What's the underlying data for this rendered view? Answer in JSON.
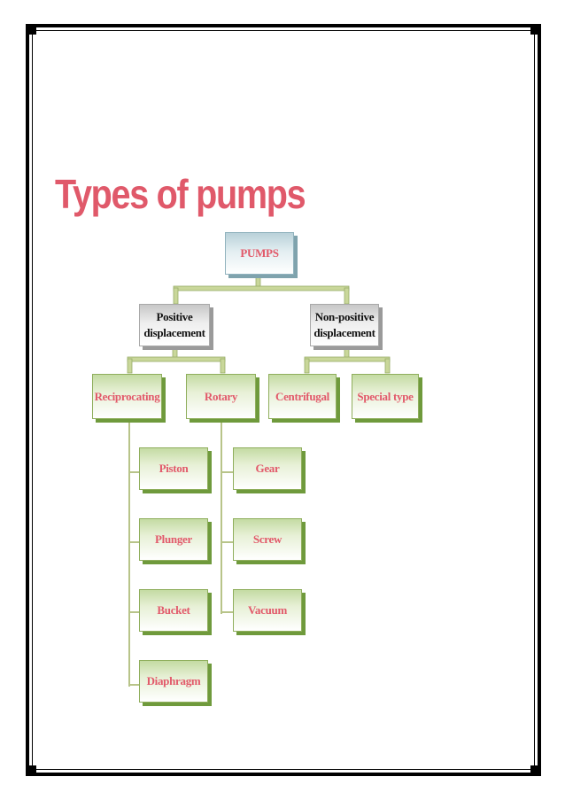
{
  "title": "Types of pumps",
  "diagram": {
    "root": "PUMPS",
    "categories": [
      {
        "label_line1": "Positive",
        "label_line2": "displacement"
      },
      {
        "label_line1": "Non-positive",
        "label_line2": "displacement"
      }
    ],
    "positive_types": [
      "Reciprocating",
      "Rotary"
    ],
    "non_positive_types": [
      "Centrifugal",
      "Special type"
    ],
    "reciprocating_items": [
      "Piston",
      "Plunger",
      "Bucket",
      "Diaphragm"
    ],
    "rotary_items": [
      "Gear",
      "Screw",
      "Vacuum"
    ]
  },
  "colors": {
    "title": "#e0596a",
    "box_text": "#e2596a",
    "connector": "#c9d79a",
    "green_shadow": "#6f9a3c"
  }
}
